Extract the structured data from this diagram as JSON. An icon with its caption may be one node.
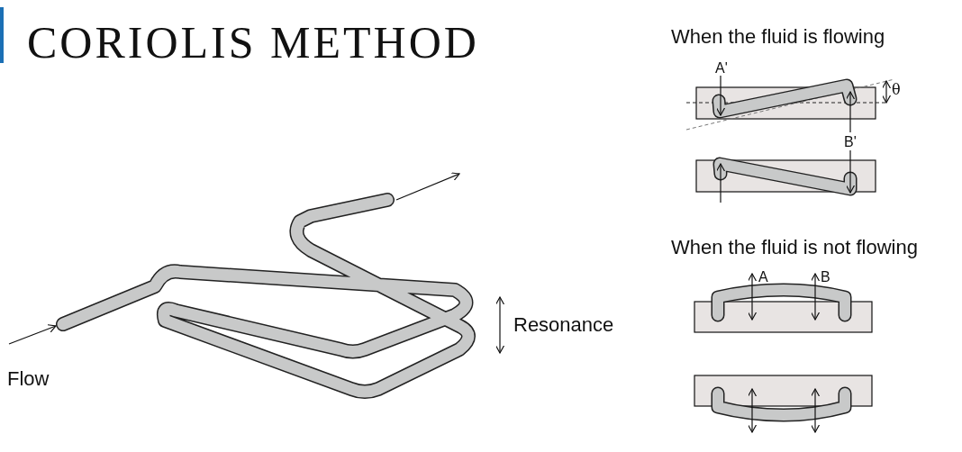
{
  "diagram": {
    "title": "CORIOLIS METHOD",
    "labels": [
      "When the fluid is flowing",
      "A'",
      "θ",
      "B'",
      "When the fluid is not flowing",
      "A",
      "B",
      "Resonance",
      "Flow"
    ]
  }
}
